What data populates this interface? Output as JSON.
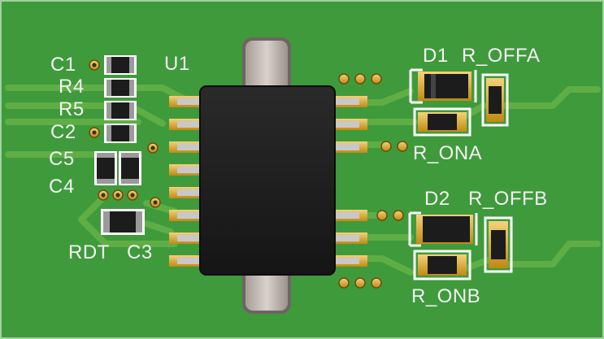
{
  "board": {
    "substrate_color": "#3f9a3c",
    "trace_color": "#5fae45",
    "pad_color": "#d8a421",
    "silkscreen_color": "#f2f2f2",
    "component_body_color": "#1c1c1c"
  },
  "labels": {
    "u1": "U1",
    "c1": "C1",
    "r4": "R4",
    "r5": "R5",
    "c2": "C2",
    "c5": "C5",
    "c4": "C4",
    "rdt": "RDT",
    "c3": "C3",
    "d1": "D1",
    "r_offa": "R_OFFA",
    "r_ona": "R_ONA",
    "d2": "D2",
    "r_offb": "R_OFFB",
    "r_onb": "R_ONB"
  }
}
